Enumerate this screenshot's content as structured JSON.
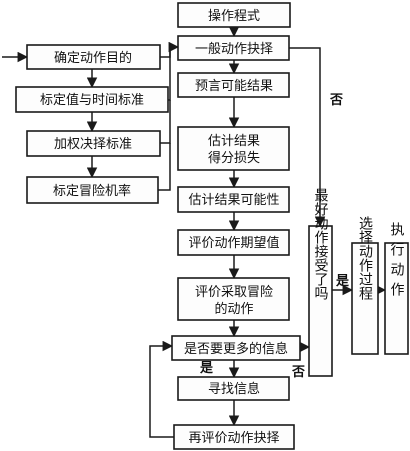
{
  "nodes": {
    "operation_program": "操作程式",
    "determine_goal": "确定动作目的",
    "calibrate_value_time": "标定值与时间标准",
    "weighted_criteria": "加权决择标准",
    "calibrate_risk": "标定冒险机率",
    "general_choice": "一般动作抉择",
    "predict_results": "预言可能结果",
    "estimate_loss_1": "估计结果",
    "estimate_loss_2": "得分损失",
    "estimate_probability": "估计结果可能性",
    "evaluate_expectation": "评价动作期望值",
    "evaluate_risk_1": "评价采取冒险",
    "evaluate_risk_2": "的动作",
    "need_more_info": "是否要更多的信息",
    "seek_info": "寻找信息",
    "re_evaluate": "再评价动作抉择",
    "best_accepted": "最好动作接受了吗",
    "select_process": "选择动作过程",
    "execute": "执行动作"
  },
  "labels": {
    "no_top": "否",
    "no_bottom": "否",
    "yes_bottom": "是",
    "yes_right": "是"
  }
}
